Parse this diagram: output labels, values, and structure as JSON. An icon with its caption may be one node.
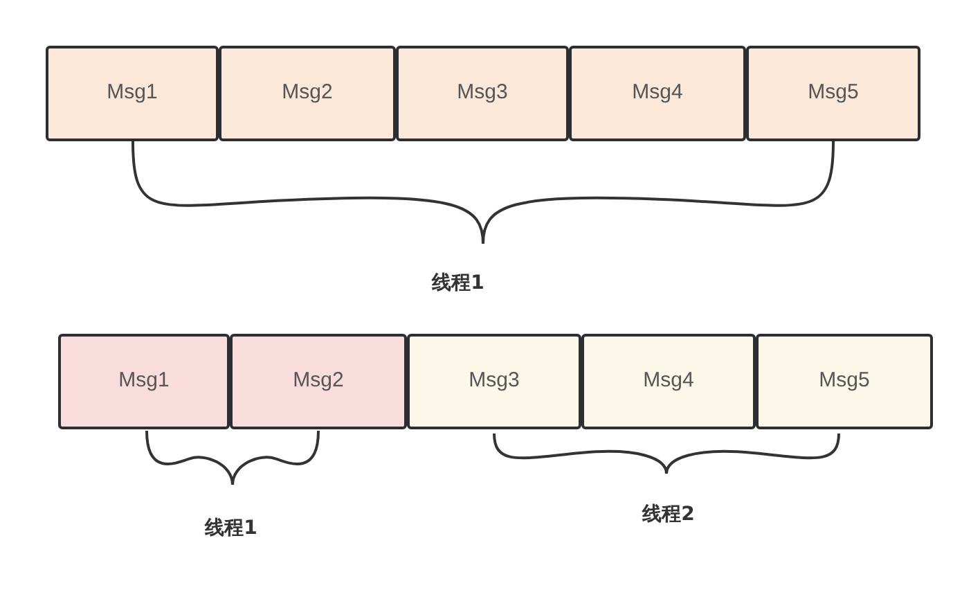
{
  "diagram": {
    "nodes": [
      {
        "text": [
          "Msg1"
        ]
      },
      {
        "text": [
          "Msg2"
        ]
      },
      {
        "text": [
          "Msg3"
        ]
      },
      {
        "text": [
          "Msg4"
        ]
      },
      {
        "text": [
          "Msg5"
        ]
      },
      {
        "text": [
          "Msg1"
        ]
      },
      {
        "text": [
          "Msg2"
        ]
      },
      {
        "text": [
          "Msg3"
        ]
      },
      {
        "text": [
          "Msg4"
        ]
      },
      {
        "text": [
          "Msg5"
        ]
      }
    ],
    "labels": [
      "线程1",
      "线程1",
      "线程2"
    ]
  }
}
